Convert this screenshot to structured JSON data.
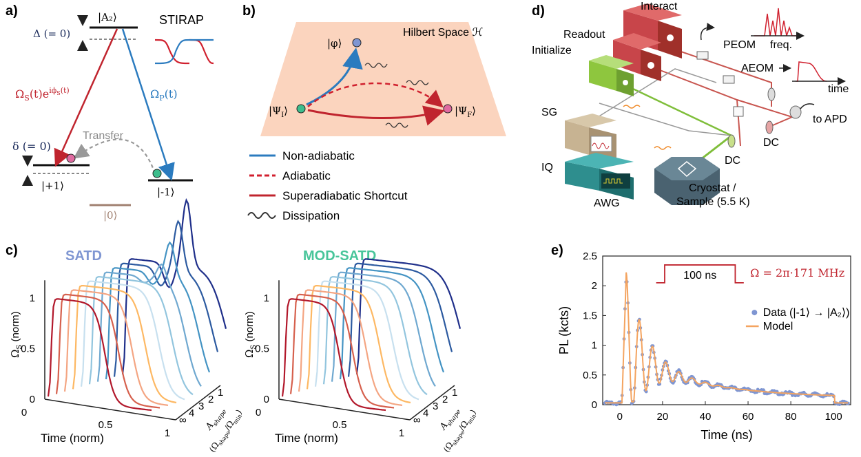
{
  "panels": {
    "a": {
      "label": "a)",
      "state_A2": "|A₂⟩",
      "delta_big": "Δ (= 0)",
      "stirap": "STIRAP",
      "omega_s": "Ω",
      "omega_s_sub": "S",
      "omega_s_rest": "(t)e",
      "omega_s_exp": "iϕ",
      "omega_s_exp_sub": "S",
      "omega_s_exp_rest": "(t)",
      "omega_p": "Ω",
      "omega_p_sub": "P",
      "omega_p_rest": "(t)",
      "transfer": "Transfer",
      "delta_small": "δ (= 0)",
      "state_p1": "|+1⟩",
      "state_m1": "|-1⟩",
      "state_0": "|0⟩"
    },
    "b": {
      "label": "b)",
      "space": "Hilbert Space ℋ",
      "phi": "|φ⟩",
      "psi_i": "|Ψ",
      "psi_i_sub": "I",
      "psi_f": "|Ψ",
      "psi_f_sub": "F",
      "legend": [
        {
          "label": "Non-adiabatic",
          "color": "#2b7bbf"
        },
        {
          "label": "Adiabatic",
          "color": "#d21f2e"
        },
        {
          "label": "Superadiabatic Shortcut",
          "color": "#c0242e"
        },
        {
          "label": "Dissipation",
          "color": "#333333"
        }
      ]
    },
    "c": {
      "label": "c)",
      "title_left": "SATD",
      "title_right": "MOD-SATD",
      "ylabel": "Ω",
      "ylabel_sub": "S",
      "ylabel_rest": " (norm)",
      "xlabel": "Time (norm)",
      "zlabel1": "A",
      "zlabel1_sub": "shape",
      "zlabel2": "(Ω",
      "zlabel2_sub1": "shape",
      "zlabel2_mid": "/Ω",
      "zlabel2_sub2": "min",
      "zlabel2_end": ")",
      "yticks": [
        "0",
        "0.5",
        "1"
      ],
      "xticks": [
        "0",
        "0.5",
        "1"
      ],
      "zticks": [
        "∞",
        "4",
        "3",
        "2",
        "1"
      ]
    },
    "d": {
      "label": "d)",
      "interact": "Interact",
      "readout": "Readout",
      "initialize": "Initialize",
      "peom": "PEOM",
      "freq": "freq.",
      "aeom": "AEOM",
      "time": "time",
      "sg": "SG",
      "iq": "IQ",
      "awg": "AWG",
      "to_apd": "to APD",
      "dc1": "DC",
      "dc2": "DC",
      "cryostat": "Cryostat /",
      "sample": "Sample (5.5 K)"
    },
    "e": {
      "label": "e)",
      "ylabel": "PL (kcts)",
      "xlabel": "Time (ns)",
      "pulse": "100 ns",
      "omega": "Ω = 2π·171 MHz",
      "legend_data": "Data (|-1⟩ → |A₂⟩)",
      "legend_model": "Model"
    }
  },
  "chart_data": [
    {
      "type": "line",
      "title": "SATD",
      "xlabel": "Time (norm)",
      "ylabel": "ΩS (norm)",
      "zlabel": "Ashape (Ωshape/Ωmin)",
      "xlim": [
        0,
        1
      ],
      "ylim": [
        0,
        1.2
      ],
      "z_values": [
        "∞",
        "4",
        "3",
        "2",
        "1"
      ],
      "series_count": 10,
      "colors": [
        "#b2182b",
        "#d6604d",
        "#f4a582",
        "#fdb863",
        "#c7e0ef",
        "#92c5de",
        "#6fa8d0",
        "#4393c3",
        "#2c5aa0",
        "#1f2f8a"
      ]
    },
    {
      "type": "line",
      "title": "MOD-SATD",
      "xlabel": "Time (norm)",
      "ylabel": "ΩS (norm)",
      "zlabel": "Ashape (Ωshape/Ωmin)",
      "xlim": [
        0,
        1
      ],
      "ylim": [
        0,
        1.2
      ],
      "z_values": [
        "∞",
        "4",
        "3",
        "2",
        "1"
      ],
      "series_count": 10
    },
    {
      "type": "scatter",
      "xlabel": "Time (ns)",
      "ylabel": "PL (kcts)",
      "xlim": [
        -8,
        108
      ],
      "ylim": [
        0,
        2.5
      ],
      "xticks": [
        0,
        20,
        40,
        60,
        80,
        100
      ],
      "yticks": [
        0,
        0.5,
        1,
        1.5,
        2,
        2.5
      ],
      "series": [
        {
          "name": "Data (|-1⟩ → |A₂⟩)",
          "color": "#7f96d2"
        },
        {
          "name": "Model",
          "color": "#f4a460"
        }
      ],
      "peak": {
        "x": 3,
        "y": 2.2
      },
      "decay_end": {
        "x": 100,
        "y": 0.2
      },
      "pulse_width_ns": 100,
      "omega_text": "Ω = 2π·171 MHz"
    }
  ]
}
